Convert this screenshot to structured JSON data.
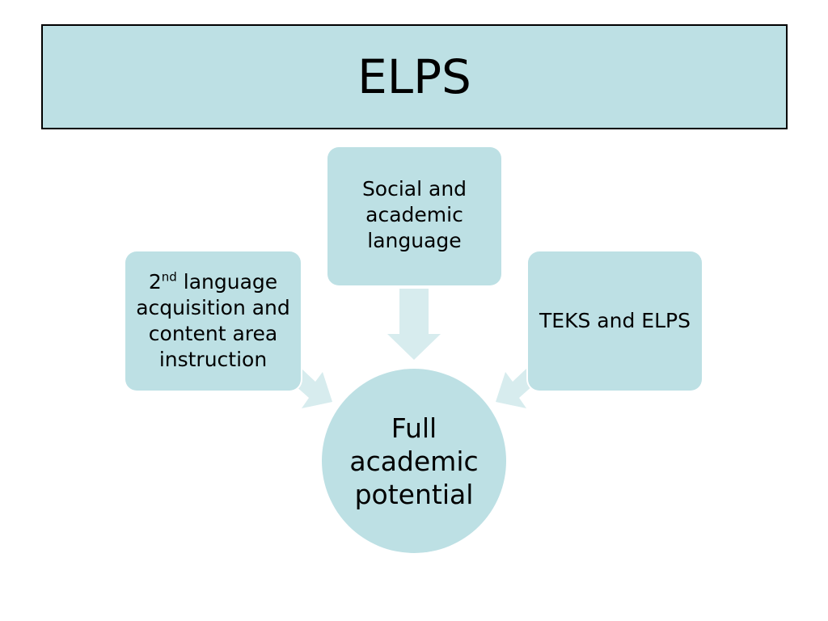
{
  "title": "ELPS",
  "nodes": {
    "top": {
      "text": "Social and academic language"
    },
    "left": {
      "number": "2",
      "superscript": "nd",
      "rest": " language acquisition and content area instruction"
    },
    "right": {
      "text": "TEKS and ELPS"
    },
    "center": {
      "text": "Full academic potential"
    }
  },
  "colors": {
    "box_fill": "#bde0e4",
    "arrow_fill": "#d7ecee",
    "border": "#000000"
  }
}
